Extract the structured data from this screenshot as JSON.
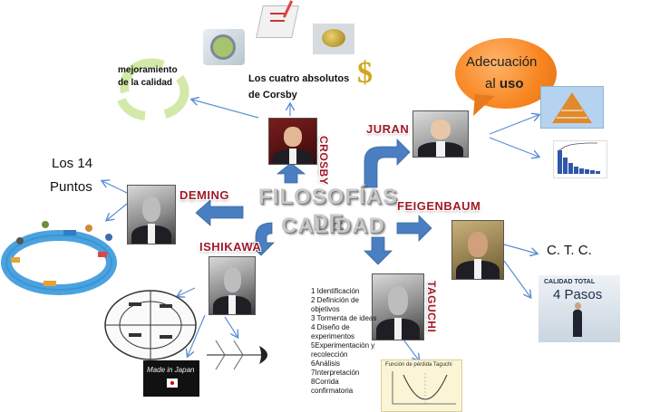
{
  "center": {
    "line1": "FILOSOFÍAS DE",
    "line2": "CALIDAD"
  },
  "authors": {
    "crosby": "CROSBY",
    "juran": "JURAN",
    "deming": "DEMING",
    "feigenbaum": "FEIGENBAUM",
    "ishikawa": "ISHIKAWA",
    "taguchi": "TAGUCHI"
  },
  "texts": {
    "mejoramiento_l1": "mejoramiento",
    "mejoramiento_l2": "de la calidad",
    "absolutos_l1": "Los cuatro absolutos",
    "absolutos_l2": "de Corsby",
    "adecuacion_l1": "Adecuación",
    "adecuacion_l2a": "al ",
    "adecuacion_l2b": "uso",
    "puntos_l1": "Los 14",
    "puntos_l2": "Puntos",
    "ctc": "C. T. C.",
    "pasos": "4 Pasos",
    "calidad_total": "CALIDAD TOTAL",
    "made_in_japan": "Made in Japan",
    "funcion_perdida": "Función de pérdida Taguchi"
  },
  "taguchi_steps": [
    "1 Identificación",
    "2 Definición de",
    "objetivos",
    "3 Tormenta de ideas",
    "4 Diseño de",
    "experimentos",
    "5Experimentación  y",
    "recolección",
    "6Análisis",
    "7Interpretación",
    "8Corrida",
    "confirmatoria"
  ],
  "colors": {
    "name_tag": "#a01a2a",
    "arrow_blue": "#4a7fc1",
    "thin_arrow": "#5b8fd1",
    "bubble_orange": "#f7851f"
  }
}
